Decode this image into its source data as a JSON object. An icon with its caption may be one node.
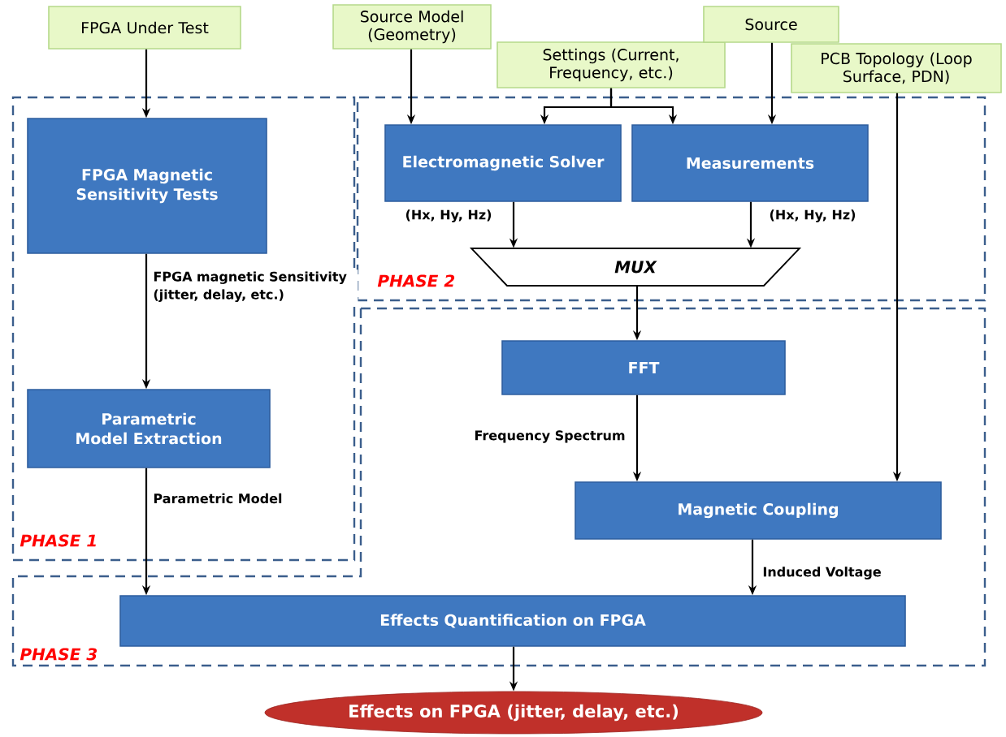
{
  "diagram": {
    "nodes": [
      {
        "text": [
          "FPGA Under Test"
        ]
      },
      {
        "text": [
          "Source Model (Geometry)"
        ]
      },
      {
        "text": [
          "Settings (Current, Frequency, etc.)"
        ]
      },
      {
        "text": [
          "Source"
        ]
      },
      {
        "text": [
          "PCB Topology (Loop Surface, PDN)"
        ]
      },
      {
        "text": [
          "PHASE 1"
        ]
      },
      {
        "text": [
          "PHASE 2"
        ]
      },
      {
        "text": [
          "PHASE 3"
        ]
      },
      {
        "text": [
          "FPGA Magnetic Sensitivity Tests"
        ],
        "in": 5
      },
      {
        "text": [
          "Parametric Model Extraction"
        ],
        "in": 5
      },
      {
        "text": [
          "Electromagnetic Solver"
        ],
        "in": 6
      },
      {
        "text": [
          "Measurements"
        ],
        "in": 6
      },
      {
        "text": [
          "MUX"
        ],
        "in": 6
      },
      {
        "text": [
          "FFT"
        ],
        "in": 7
      },
      {
        "text": [
          "Magnetic Coupling"
        ],
        "in": 7
      },
      {
        "text": [
          "Effects Quantification on FPGA"
        ],
        "in": 7
      },
      {
        "text": [
          "Effects on FPGA (jitter, delay, etc.)"
        ]
      }
    ],
    "edges": [
      {
        "from": 0,
        "to": 8,
        "arrow": "to"
      },
      {
        "from": 8,
        "to": 9,
        "arrow": "to",
        "label": "FPGA magnetic Sensitivity (jitter, delay, etc.)"
      },
      {
        "from": 9,
        "to": 15,
        "arrow": "to",
        "label": "Parametric Model"
      },
      {
        "from": 1,
        "to": 10,
        "arrow": "to"
      },
      {
        "from": 2,
        "to": 10,
        "arrow": "to"
      },
      {
        "from": 2,
        "to": 11,
        "arrow": "to"
      },
      {
        "from": 3,
        "to": 11,
        "arrow": "to"
      },
      {
        "from": 10,
        "to": 12,
        "arrow": "to",
        "label": "(Hx, Hy, Hz)"
      },
      {
        "from": 11,
        "to": 12,
        "arrow": "to",
        "label": "(Hx, Hy, Hz)"
      },
      {
        "from": 12,
        "to": 13,
        "arrow": "to"
      },
      {
        "from": 13,
        "to": 14,
        "arrow": "to",
        "label": "Frequency Spectrum"
      },
      {
        "from": 4,
        "to": 14,
        "arrow": "to"
      },
      {
        "from": 14,
        "to": 15,
        "arrow": "to",
        "label": "Induced Voltage"
      },
      {
        "from": 15,
        "to": 16,
        "arrow": "to"
      }
    ]
  }
}
